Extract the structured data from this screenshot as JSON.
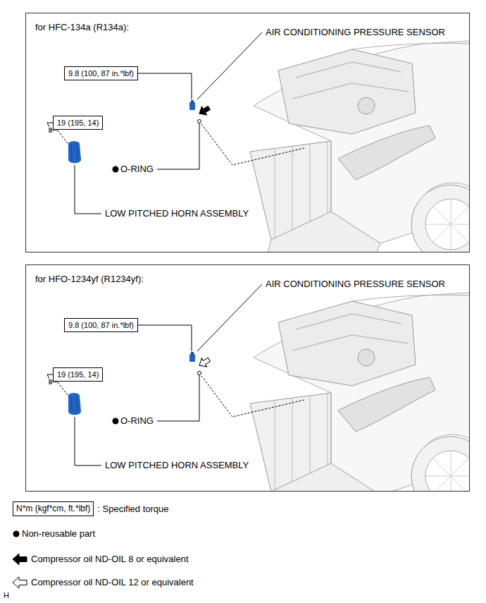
{
  "diagram": {
    "nodes": [
      {
        "text": [
          "for HFC-134a (R134a):"
        ]
      },
      {
        "text": [
          "9.8 (100, 87 in.*lbf)"
        ],
        "in": 0
      },
      {
        "text": [
          "19 (195, 14)"
        ],
        "in": 0
      },
      {
        "text": [
          "for HFO-1234yf (R1234yf):"
        ]
      },
      {
        "text": [
          "9.8 (100, 87 in.*lbf)"
        ],
        "in": 3
      },
      {
        "text": [
          "19 (195, 14)"
        ],
        "in": 3
      },
      {
        "text": [
          "N*m (kgf*cm, ft.*lbf)"
        ]
      }
    ],
    "labels": [
      "AIR CONDITIONING PRESSURE SENSOR",
      "O-RING",
      "LOW PITCHED HORN ASSEMBLY",
      "AIR CONDITIONING PRESSURE SENSOR",
      "O-RING",
      "LOW PITCHED HORN ASSEMBLY",
      "H"
    ],
    "legend": [
      {
        "text": ": Specified torque"
      },
      {
        "text": "Non-reusable part"
      },
      {
        "text": "Compressor oil ND-OIL 8 or equivalent"
      },
      {
        "text": "Compressor oil ND-OIL 12 or equivalent"
      }
    ]
  }
}
